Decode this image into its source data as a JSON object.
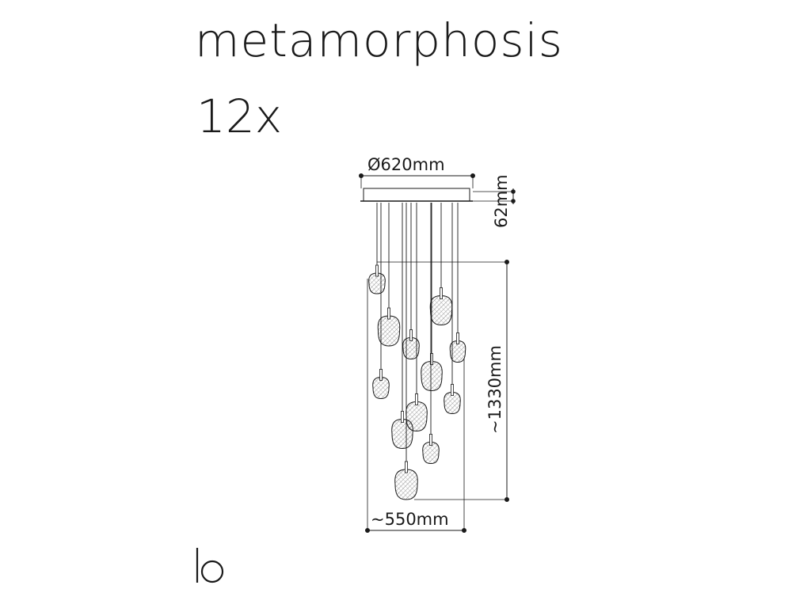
{
  "product": {
    "name": "metamorphosis",
    "quantity": "12x"
  },
  "dimensions": {
    "canopy_diameter": "Ø620mm",
    "canopy_height": "62mm",
    "total_height": "~1330mm",
    "spread_width": "~550mm"
  },
  "colors": {
    "line": "#1a1a1a",
    "background": "#ffffff"
  },
  "icons": {
    "brand_logo": "brand-logo-icon"
  }
}
